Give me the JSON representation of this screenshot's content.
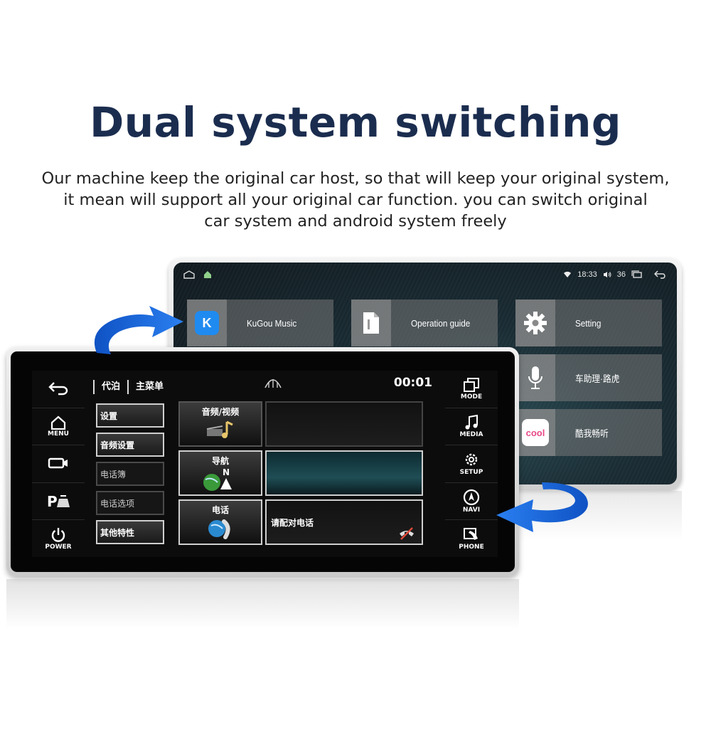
{
  "headline": "Dual system switching",
  "description": [
    "Our machine keep the original car host, so that will keep your original system,",
    "it mean will support all your original car function. you can switch original",
    "car system and android system freely"
  ],
  "android": {
    "status": {
      "time": "18:33",
      "volume": "36"
    },
    "tiles": [
      {
        "label": "KuGou Music",
        "icon": "kugou-icon",
        "badge": "K"
      },
      {
        "label": "Operation guide",
        "icon": "book-icon"
      },
      {
        "label": "Setting",
        "icon": "gear-icon"
      },
      {
        "label": "车助理·路虎",
        "icon": "microphone-icon"
      },
      {
        "label": "酷我畅听",
        "icon": "kuwo-icon",
        "badge": "cool"
      }
    ]
  },
  "car": {
    "breadcrumb": [
      "代泊",
      "主菜单"
    ],
    "clock": "00:01",
    "left_buttons": [
      {
        "label": "",
        "icon": "back-icon"
      },
      {
        "label": "MENU",
        "icon": "home-icon"
      },
      {
        "label": "",
        "icon": "camera-icon"
      },
      {
        "label": "",
        "icon": "parking-icon",
        "glyph": "P"
      },
      {
        "label": "POWER",
        "icon": "power-icon"
      }
    ],
    "right_buttons": [
      {
        "label": "MODE",
        "icon": "mode-icon"
      },
      {
        "label": "MEDIA",
        "icon": "music-icon"
      },
      {
        "label": "SETUP",
        "icon": "gear-icon"
      },
      {
        "label": "NAVI",
        "icon": "navi-icon"
      },
      {
        "label": "PHONE",
        "icon": "phone-icon"
      }
    ],
    "menu_items": [
      {
        "label": "设置",
        "active": true
      },
      {
        "label": "音频设置",
        "active": true
      },
      {
        "label": "电话簿",
        "active": false
      },
      {
        "label": "电话选项",
        "active": false
      },
      {
        "label": "其他特性",
        "active": true
      }
    ],
    "functions": [
      {
        "label": "音频/视频",
        "icon": "audio-video-icon"
      },
      {
        "label": "导航",
        "icon": "navigation-icon",
        "glyph": "N"
      },
      {
        "label": "电话",
        "icon": "phone-globe-icon"
      }
    ],
    "phone_status": "请配对电话"
  },
  "colors": {
    "headline": "#1b2d4f",
    "arrow": "#1565d8",
    "kugou": "#1f8bf0"
  }
}
